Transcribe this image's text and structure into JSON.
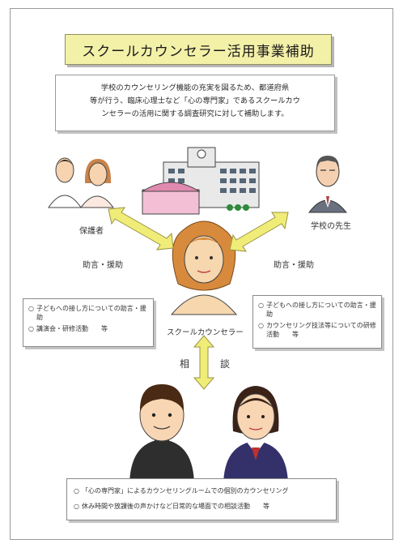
{
  "title": "スクールカウンセラー活用事業補助",
  "intro": {
    "lines": [
      "学校のカウンセリング機能の充実を図るため、都道府県",
      "等が行う、臨床心理士など「心の専門家」であるスクールカウ",
      "ンセラーの活用に関する調査研究に対して補助します。"
    ]
  },
  "labels": {
    "guardian": "保護者",
    "teacher": "学校の先生",
    "counselor": "スクールカウンセラー",
    "advice_left": "助言・援助",
    "advice_right": "助言・援助",
    "consult_1": "相",
    "consult_2": "談"
  },
  "left_box": {
    "bullet": "○",
    "items": [
      "子どもへの接し方についての助言・援助",
      "講演会・研修活動　　等"
    ]
  },
  "right_box": {
    "bullet": "○",
    "items": [
      "子どもへの接し方についての助言・援助",
      "カウンセリング技法等についての研修活動　　等"
    ]
  },
  "bottom_box": {
    "bullet": "○",
    "items": [
      "「心の専門家」によるカウンセリングルームでの個別のカウンセリング",
      "休み時間や放課後の声かけなど日常的な場面での相談活動　　等"
    ]
  },
  "colors": {
    "title_bg": "#f3f0a8",
    "arrow_fill": "#f0ec78",
    "building_roof": "#e08ab0"
  },
  "icons": [
    "school-building",
    "guardian-couple",
    "teacher",
    "counselor",
    "boy-student",
    "girl-student"
  ]
}
